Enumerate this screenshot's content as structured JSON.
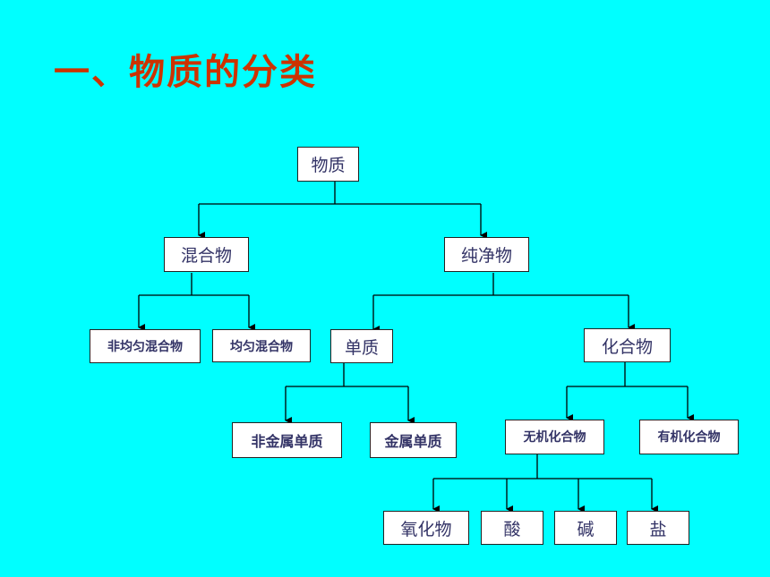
{
  "title": "一、物质的分类",
  "colors": {
    "background": "#00FFFF",
    "title": "#CC3300",
    "node_text": "#333366",
    "line": "#000000"
  },
  "tree": {
    "root": "物质",
    "mixture": "混合物",
    "pure": "纯净物",
    "heterogeneous_mixture": "非均匀混合物",
    "homogeneous_mixture": "均匀混合物",
    "element": "单质",
    "compound": "化合物",
    "nonmetal_element": "非金属单质",
    "metal_element": "金属单质",
    "inorganic_compound": "无机化合物",
    "organic_compound": "有机化合物",
    "oxide": "氧化物",
    "acid": "酸",
    "base": "碱",
    "salt": "盐"
  }
}
